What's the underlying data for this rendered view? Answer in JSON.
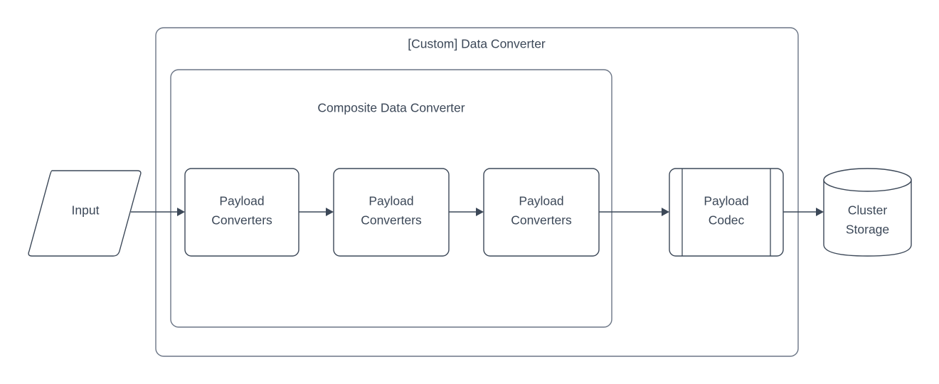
{
  "diagram": {
    "type": "flowchart",
    "background_color": "#ffffff",
    "stroke_color": "#3c4858",
    "container_stroke_color": "#6b7585",
    "text_color": "#3c4858",
    "containers": [
      {
        "id": "custom-data-converter",
        "label": "[Custom] Data Converter",
        "shape": "rounded-rectangle"
      },
      {
        "id": "composite-data-converter",
        "label": "Composite Data Converter",
        "shape": "rounded-rectangle"
      }
    ],
    "nodes": [
      {
        "id": "input",
        "label": "Input",
        "shape": "parallelogram"
      },
      {
        "id": "payload-converters-1",
        "label_line1": "Payload",
        "label_line2": "Converters",
        "shape": "rounded-rectangle"
      },
      {
        "id": "payload-converters-2",
        "label_line1": "Payload",
        "label_line2": "Converters",
        "shape": "rounded-rectangle"
      },
      {
        "id": "payload-converters-3",
        "label_line1": "Payload",
        "label_line2": "Converters",
        "shape": "rounded-rectangle"
      },
      {
        "id": "payload-codec",
        "label_line1": "Payload",
        "label_line2": "Codec",
        "shape": "process"
      },
      {
        "id": "cluster-storage",
        "label_line1": "Cluster",
        "label_line2": "Storage",
        "shape": "cylinder"
      }
    ],
    "edges": [
      {
        "from": "input",
        "to": "payload-converters-1",
        "arrow": "single"
      },
      {
        "from": "payload-converters-1",
        "to": "payload-converters-2",
        "arrow": "single"
      },
      {
        "from": "payload-converters-2",
        "to": "payload-converters-3",
        "arrow": "single"
      },
      {
        "from": "payload-converters-3",
        "to": "payload-codec",
        "arrow": "single"
      },
      {
        "from": "payload-codec",
        "to": "cluster-storage",
        "arrow": "single"
      }
    ]
  }
}
